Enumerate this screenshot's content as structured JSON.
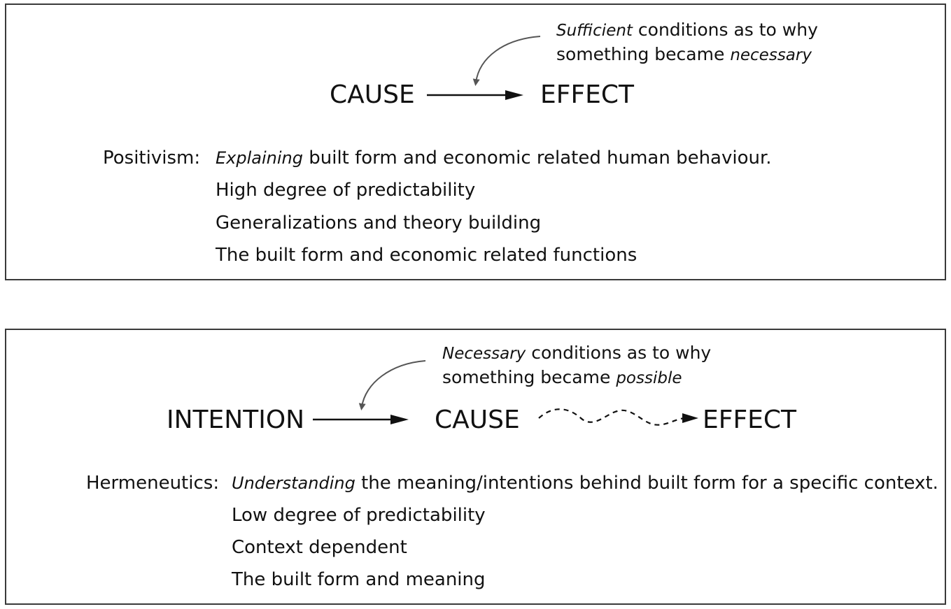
{
  "positivism_panel": {
    "cause": "CAUSE",
    "effect": "EFFECT",
    "note": {
      "emphasis_start": "Sufficient",
      "text_1": " conditions as to why",
      "text_2": "something became ",
      "emphasis_end": "necessary"
    },
    "heading": "Positivism:",
    "first_line": {
      "emphasis": "Explaining",
      "text": " built form and economic related human behaviour."
    },
    "lines": [
      "High degree of predictability",
      "Generalizations and theory building",
      "The built form and economic related functions"
    ]
  },
  "hermeneutics_panel": {
    "intention": "INTENTION",
    "cause": "CAUSE",
    "effect": "EFFECT",
    "note": {
      "emphasis_start": "Necessary",
      "text_1": " conditions as to why",
      "text_2": "something became ",
      "emphasis_end": "possible"
    },
    "heading": "Hermeneutics:",
    "first_line": {
      "emphasis": "Understanding",
      "text": " the meaning/intentions behind built form for a specific context."
    },
    "lines": [
      "Low degree of predictability",
      "Context dependent",
      "The built form and meaning"
    ]
  },
  "colors": {
    "ink": "#111111",
    "border": "#3a3a3a",
    "arrow": "#555555"
  }
}
